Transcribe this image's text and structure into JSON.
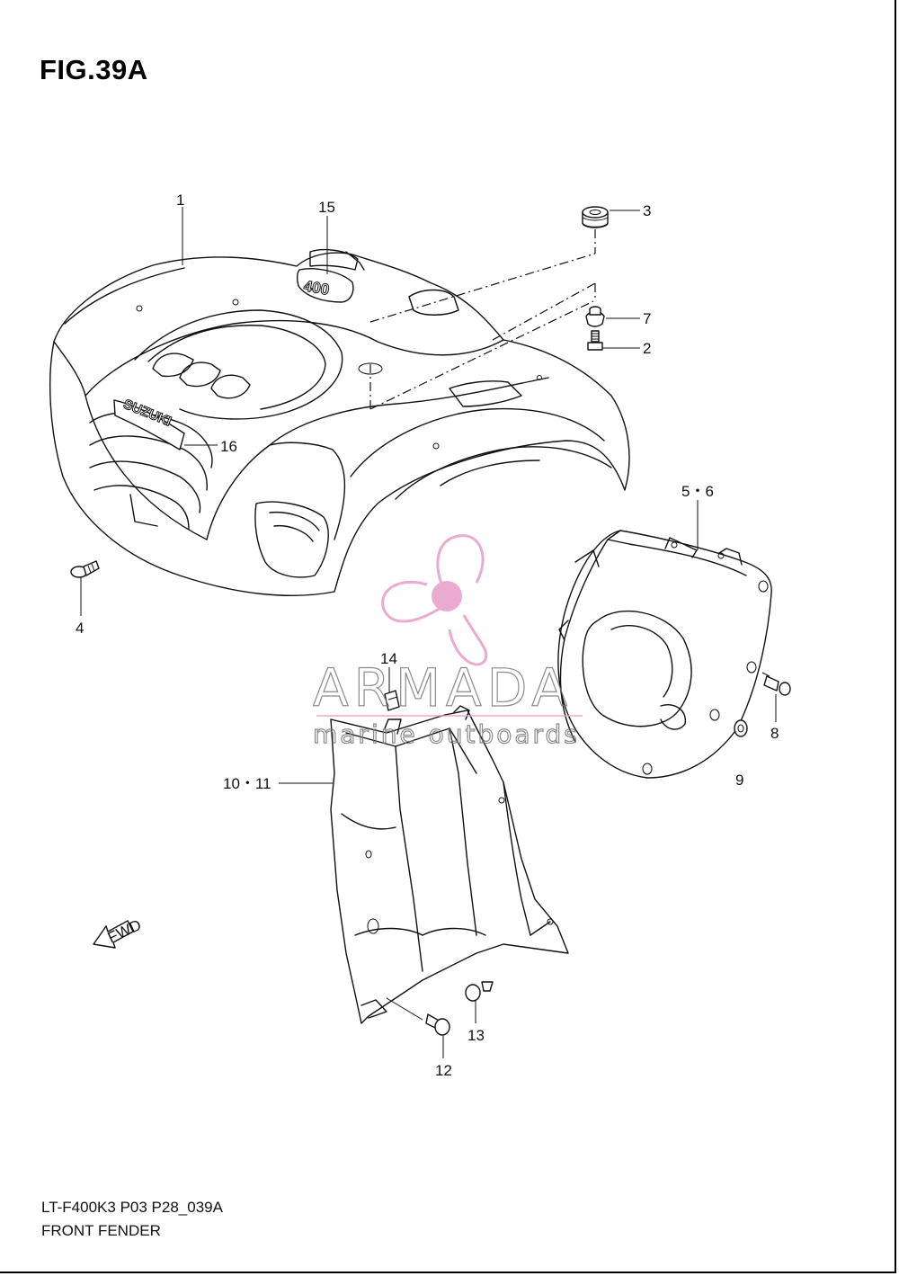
{
  "figure": {
    "title": "FIG.39A",
    "model_code": "LT-F400K3 P03 P28_039A",
    "section_name": "FRONT FENDER"
  },
  "emblems": {
    "number_badge": "400",
    "brand_badge": "SUZUKI",
    "arrow_label": "FWD"
  },
  "callouts": {
    "c1": "1",
    "c15": "15",
    "c3": "3",
    "c7": "7",
    "c2": "2",
    "c16": "16",
    "c4": "4",
    "c56": "5・6",
    "c8": "8",
    "c9": "9",
    "c14": "14",
    "c1011": "10・11",
    "c13": "13",
    "c12": "12"
  },
  "watermark": {
    "brand": "ARMADA",
    "tagline": "marine outboards",
    "accent_color": "#e89cc8",
    "text_color": "#777777"
  }
}
